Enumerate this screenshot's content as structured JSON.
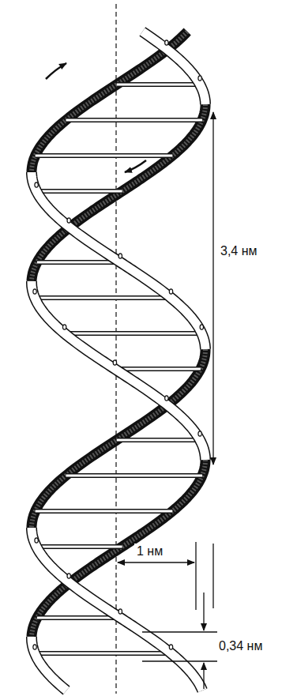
{
  "diagram": {
    "labels": [
      "3,4 нм",
      "1 нм",
      "0,34 нм"
    ]
  }
}
